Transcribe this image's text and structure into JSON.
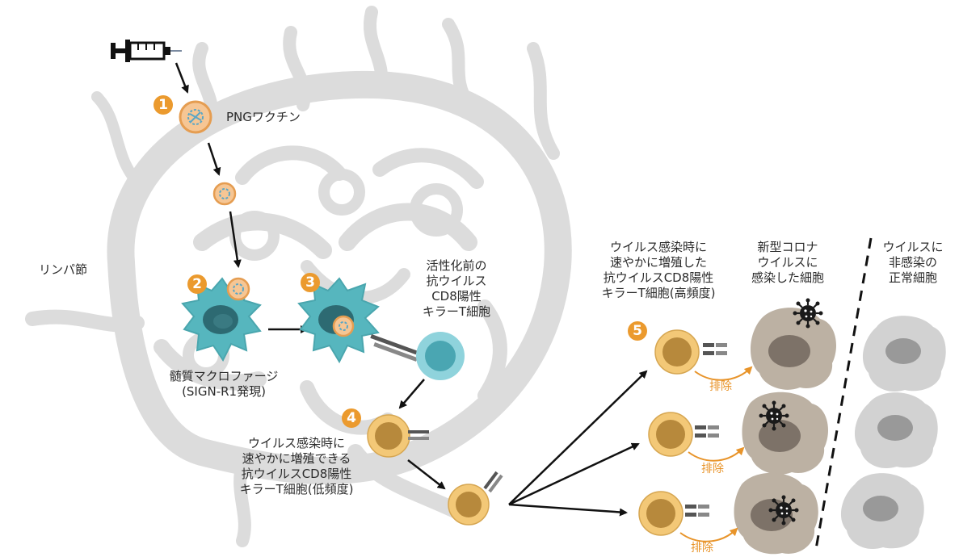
{
  "steps": [
    "1",
    "2",
    "3",
    "4",
    "5"
  ],
  "labels": {
    "vaccine": "PNGワクチン",
    "lymph_node": "リンパ節",
    "macrophage_line1": "髄質マクロファージ",
    "macrophage_line2": "(SIGN-R1発現)",
    "naive_line1": "活性化前の",
    "naive_line2": "抗ウイルス",
    "naive_line3": "CD8陽性",
    "naive_line4": "キラーT細胞",
    "low_line1": "ウイルス感染時に",
    "low_line2": "速やかに増殖できる",
    "low_line3": "抗ウイルスCD8陽性",
    "low_line4": "キラーT細胞(低頻度)",
    "high_line1": "ウイルス感染時に",
    "high_line2": "速やかに増殖した",
    "high_line3": "抗ウイルスCD8陽性",
    "high_line4": "キラーT細胞(高頻度)",
    "infected_line1": "新型コロナ",
    "infected_line2": "ウイルスに",
    "infected_line3": "感染した細胞",
    "normal_line1": "ウイルスに",
    "normal_line2": "非感染の",
    "normal_line3": "正常細胞",
    "eliminate": "排除"
  },
  "colors": {
    "lymph_node": "#dcdcdc",
    "macrophage": "#56b6be",
    "naive_tcell": "#8fd3dc",
    "killer_tcell": "#c89a4e",
    "infected_cell": "#bcb1a3",
    "normal_cell": "#d2d2d2",
    "step_badge": "#eb9a2e",
    "arrow": "#111111",
    "eliminate_arrow": "#e8942a"
  }
}
